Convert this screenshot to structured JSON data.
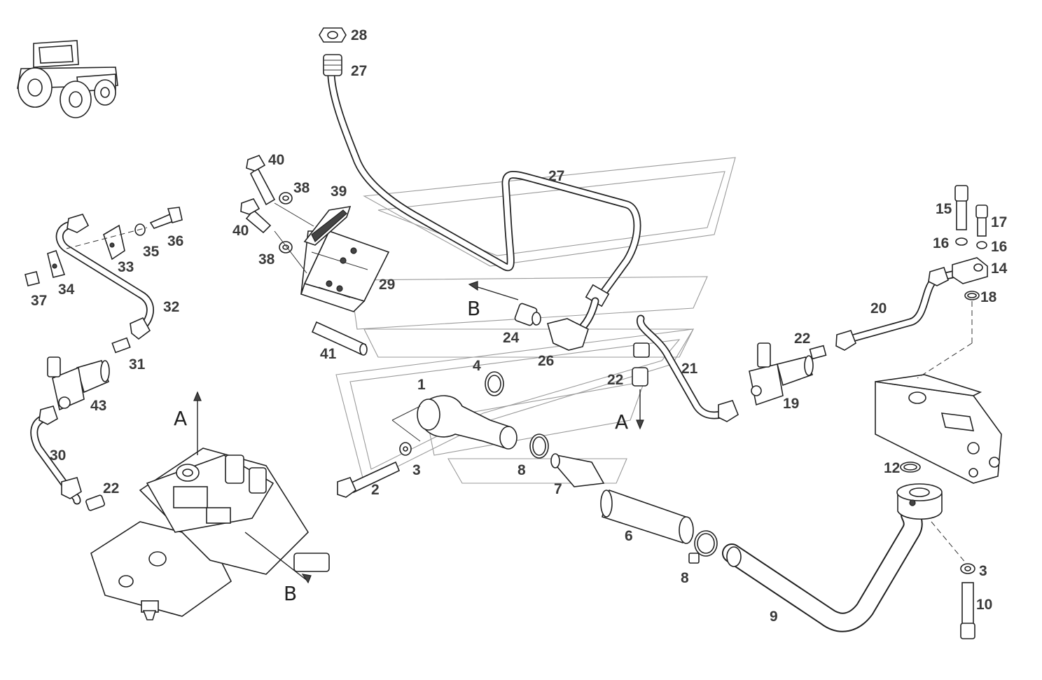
{
  "view_letters": {
    "a_valve": "A",
    "a_hose": "A",
    "b_valve": "B",
    "b_fitting": "B"
  },
  "callouts": {
    "n1": "1",
    "n2": "2",
    "n3_hose": "3",
    "n3_pump": "3",
    "n4": "4",
    "n6": "6",
    "n7": "7",
    "n8_top": "8",
    "n8_bottom": "8",
    "n9": "9",
    "n10": "10",
    "n12": "12",
    "n14": "14",
    "n15": "15",
    "n16_left": "16",
    "n16_right": "16",
    "n17": "17",
    "n18": "18",
    "n19": "19",
    "n20": "20",
    "n21": "21",
    "n22_left": "22",
    "n22_mid": "22",
    "n22_right": "22",
    "n24": "24",
    "n26": "26",
    "n27_top": "27",
    "n27_mid": "27",
    "n28": "28",
    "n29": "29",
    "n30": "30",
    "n31": "31",
    "n32": "32",
    "n33": "33",
    "n34": "34",
    "n35": "35",
    "n36": "36",
    "n37": "37",
    "n38_top": "38",
    "n38_bottom": "38",
    "n39": "39",
    "n40_top": "40",
    "n40_bottom": "40",
    "n41": "41",
    "n43": "43"
  }
}
